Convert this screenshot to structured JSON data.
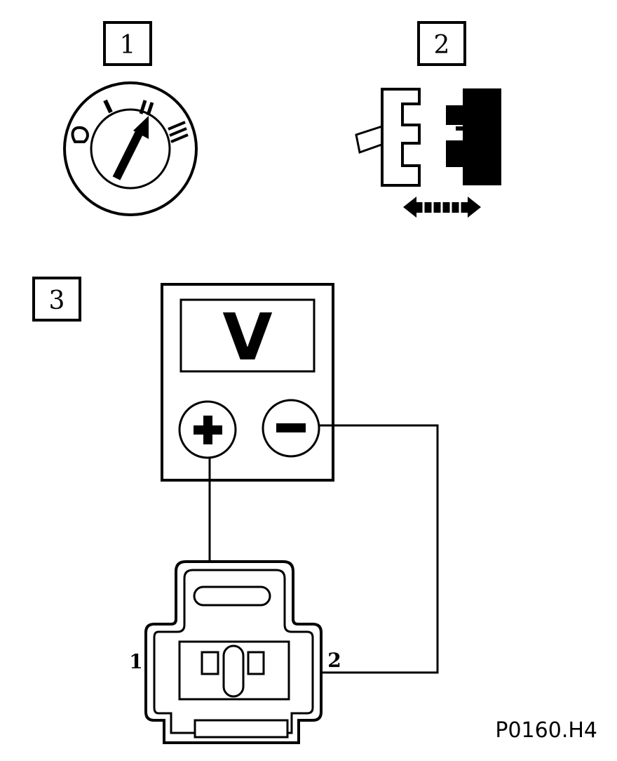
{
  "steps": {
    "step1_label": "1",
    "step2_label": "2",
    "step3_label": "3"
  },
  "ignition_switch": {
    "position_marks": [
      "I",
      "II",
      "III"
    ]
  },
  "voltmeter": {
    "display_symbol": "V",
    "plus_symbol": "+",
    "minus_symbol": "−"
  },
  "connector": {
    "pin1_label": "1",
    "pin2_label": "2"
  },
  "figure_reference": "P0160.H4",
  "colors": {
    "ink": "#000000",
    "paper": "#ffffff"
  }
}
